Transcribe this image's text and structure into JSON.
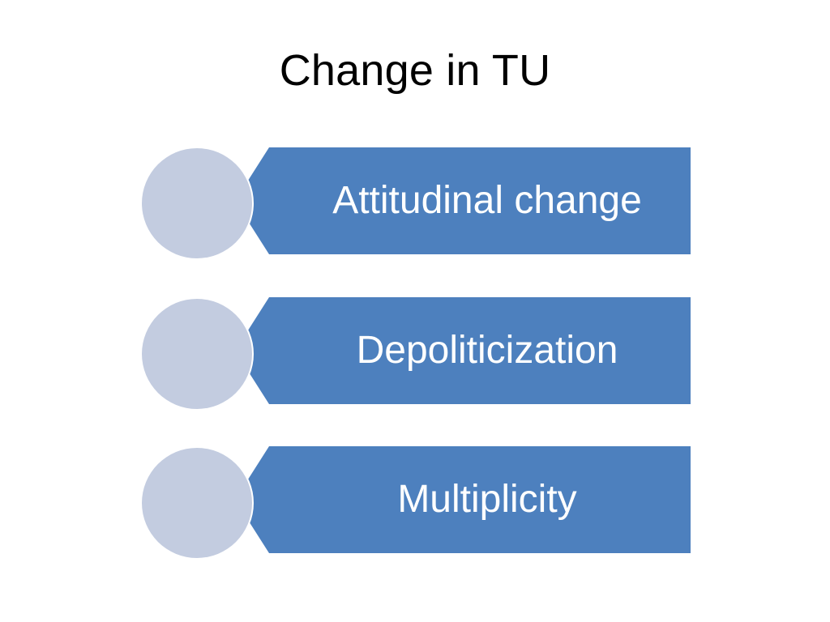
{
  "slide": {
    "title": "Change in TU",
    "background_color": "#FFFFFF",
    "title_color": "#000000"
  },
  "diagram": {
    "type": "vertical-chevron-list",
    "accent_color": "#4D80BE",
    "circle_color": "#C3CCE0",
    "label_color": "#FFFFFF",
    "items": [
      {
        "label": "Attitudinal change"
      },
      {
        "label": "Depoliticization"
      },
      {
        "label": "Multiplicity"
      }
    ]
  }
}
